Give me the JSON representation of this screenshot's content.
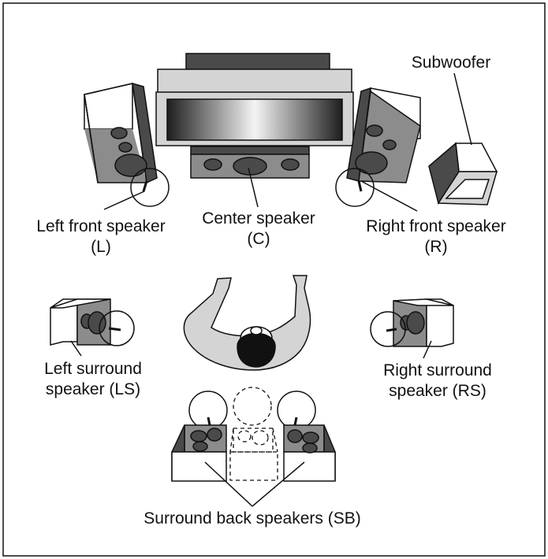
{
  "colors": {
    "ink": "#111111",
    "light_gray": "#d4d4d4",
    "mid_gray": "#8c8c8c",
    "dark_gray": "#4a4a4a",
    "cone": "#6e6e6e",
    "white": "#ffffff"
  },
  "labels": {
    "subwoofer": "Subwoofer",
    "left_front": {
      "line1": "Left front speaker",
      "line2": "(L)"
    },
    "center": {
      "line1": "Center speaker",
      "line2": "(C)"
    },
    "right_front": {
      "line1": "Right front speaker",
      "line2": "(R)"
    },
    "left_surround": {
      "line1": "Left surround",
      "line2": "speaker (LS)"
    },
    "right_surround": {
      "line1": "Right surround",
      "line2": "speaker (RS)"
    },
    "surround_back": "Surround back speakers (SB)"
  }
}
